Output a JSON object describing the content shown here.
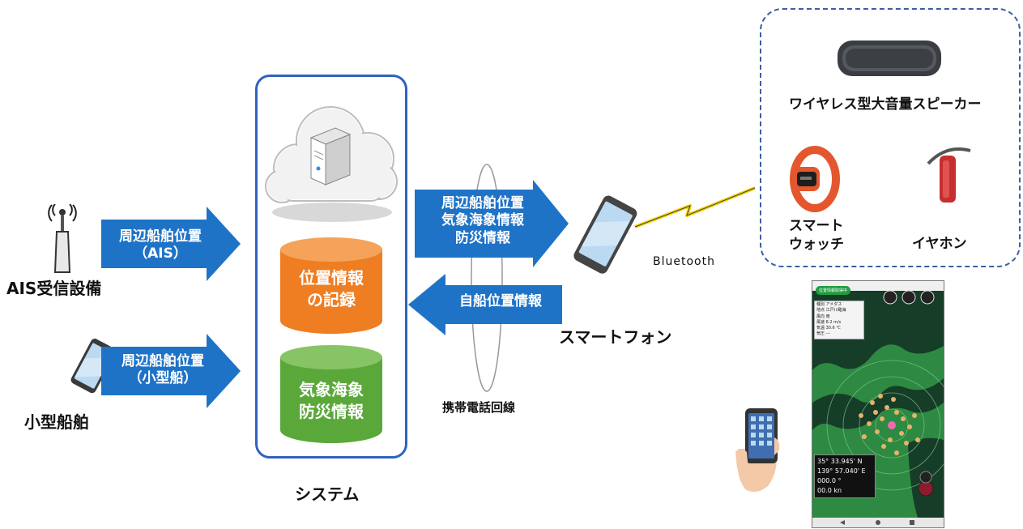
{
  "sources": {
    "ais_label": "AIS受信設備",
    "ais_arrow": "周辺船舶位置\n（AIS）",
    "small_label": "小型船舶",
    "small_arrow": "周辺船舶位置\n（小型船）"
  },
  "system": {
    "label": "システム",
    "db_position": "位置情報\nの記録",
    "db_weather": "気象海象\n防災情報"
  },
  "network": {
    "to_phone": "周辺船舶位置\n気象海象情報\n防災情報",
    "from_phone": "自船位置情報",
    "mobile_line": "携帯電話回線",
    "smartphone": "スマートフォン",
    "bluetooth": "Bluetooth"
  },
  "devices": {
    "speaker": "ワイヤレス型大音量スピーカー",
    "watch": "スマート\nウォッチ",
    "earphone": "イヤホン"
  },
  "app_screen": {
    "status_badge": "位置情報取得中",
    "info_rows": [
      "種別 アメダス",
      "地点 江戸川臨海",
      "風向 南",
      "風速 8.2 m/s",
      "気温 30.6 ℃",
      "気圧 ---"
    ],
    "lat": "35° 33.945' N",
    "lon": "139° 57.040' E",
    "heading": "000.0 °",
    "speed": "00.0 kn"
  },
  "colors": {
    "arrow_blue": "#1f73c7",
    "system_border": "#2f63c0",
    "db_orange": "#ef7d22",
    "db_green": "#5aa83a",
    "dashed_border": "#3b5fa0",
    "map_land": "#163d28",
    "map_sea": "#2e8a42",
    "boat_dots": "#e8b26a"
  }
}
